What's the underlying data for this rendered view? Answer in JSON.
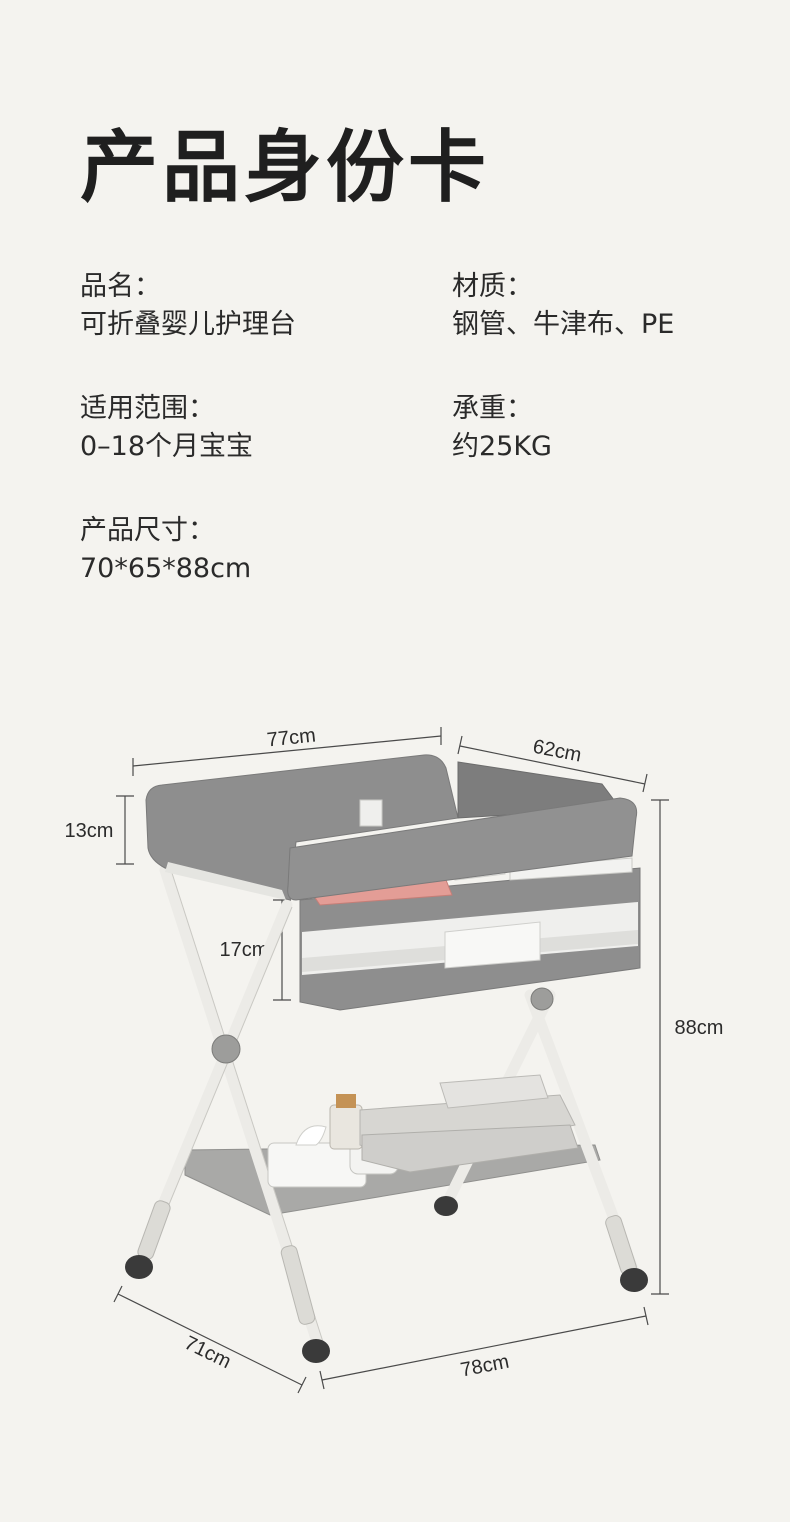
{
  "title": "产品身份卡",
  "specs": {
    "name": {
      "label": "品名：",
      "value": "可折叠婴儿护理台"
    },
    "material": {
      "label": "材质：",
      "value": "钢管、牛津布、PE"
    },
    "range": {
      "label": "适用范围：",
      "value": "0–18个月宝宝"
    },
    "load": {
      "label": "承重：",
      "value": "约25KG"
    },
    "size": {
      "label": "产品尺寸：",
      "value": "70*65*88cm"
    }
  },
  "dimensions": {
    "top_width": "77cm",
    "top_depth": "62cm",
    "rail_height": "13cm",
    "basket_height": "17cm",
    "total_height": "88cm",
    "base_depth": "71cm",
    "base_width": "78cm"
  },
  "colors": {
    "background": "#f4f3ef",
    "fabric": "#8e8e8e",
    "frame": "#f1f0ec",
    "accent_pink": "#e39d96"
  }
}
